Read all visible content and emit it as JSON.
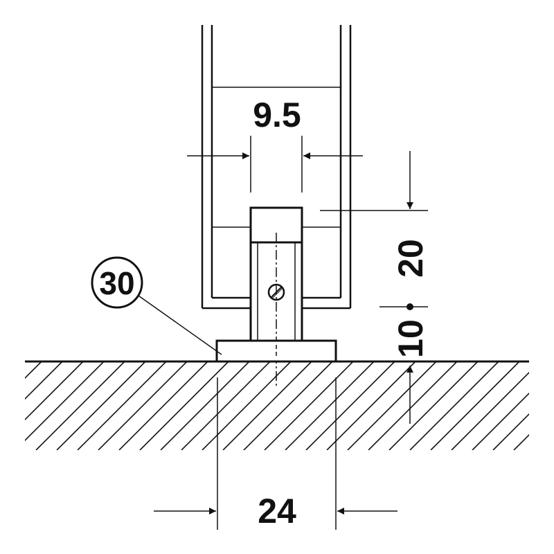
{
  "drawing": {
    "dimensions": {
      "gap_width": "9.5",
      "base_width": "24",
      "clearance_height": "20",
      "base_height": "10"
    },
    "callout": {
      "label": "30"
    },
    "colors": {
      "line": "#111111",
      "background": "#ffffff"
    }
  }
}
